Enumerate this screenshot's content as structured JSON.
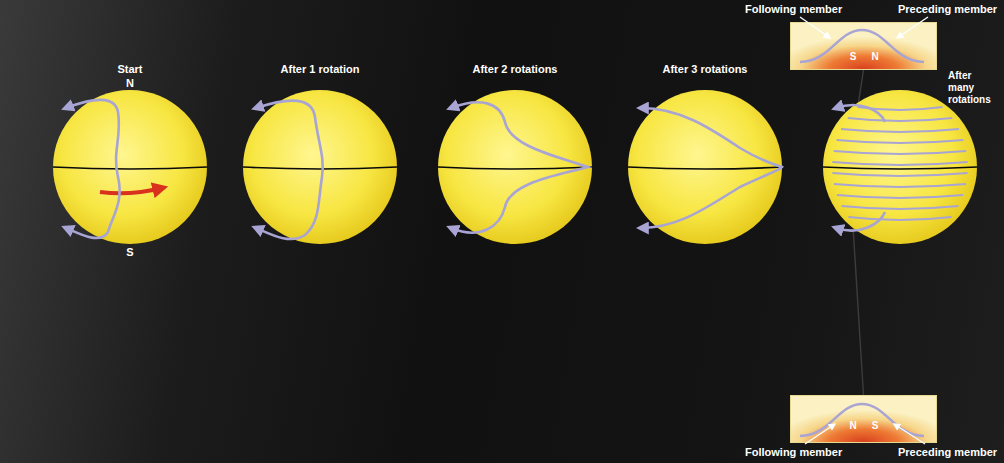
{
  "diagram": {
    "nodes": [
      {
        "text": [
          "Start",
          "N",
          "S"
        ]
      },
      {
        "text": [
          "After 1 rotation"
        ]
      },
      {
        "text": [
          "After 2 rotations"
        ]
      },
      {
        "text": [
          "After 3 rotations"
        ]
      },
      {
        "text": [
          "After many rotations"
        ]
      },
      {
        "text": [
          "S",
          "N"
        ]
      },
      {
        "text": [
          "N",
          "S"
        ]
      }
    ],
    "edges": [
      {
        "from": 5,
        "to": 4,
        "arrow": "none"
      },
      {
        "from": 6,
        "to": 4,
        "arrow": "none"
      }
    ],
    "labels": [
      "Following member",
      "Preceding member",
      "Following member",
      "Preceding member"
    ]
  }
}
